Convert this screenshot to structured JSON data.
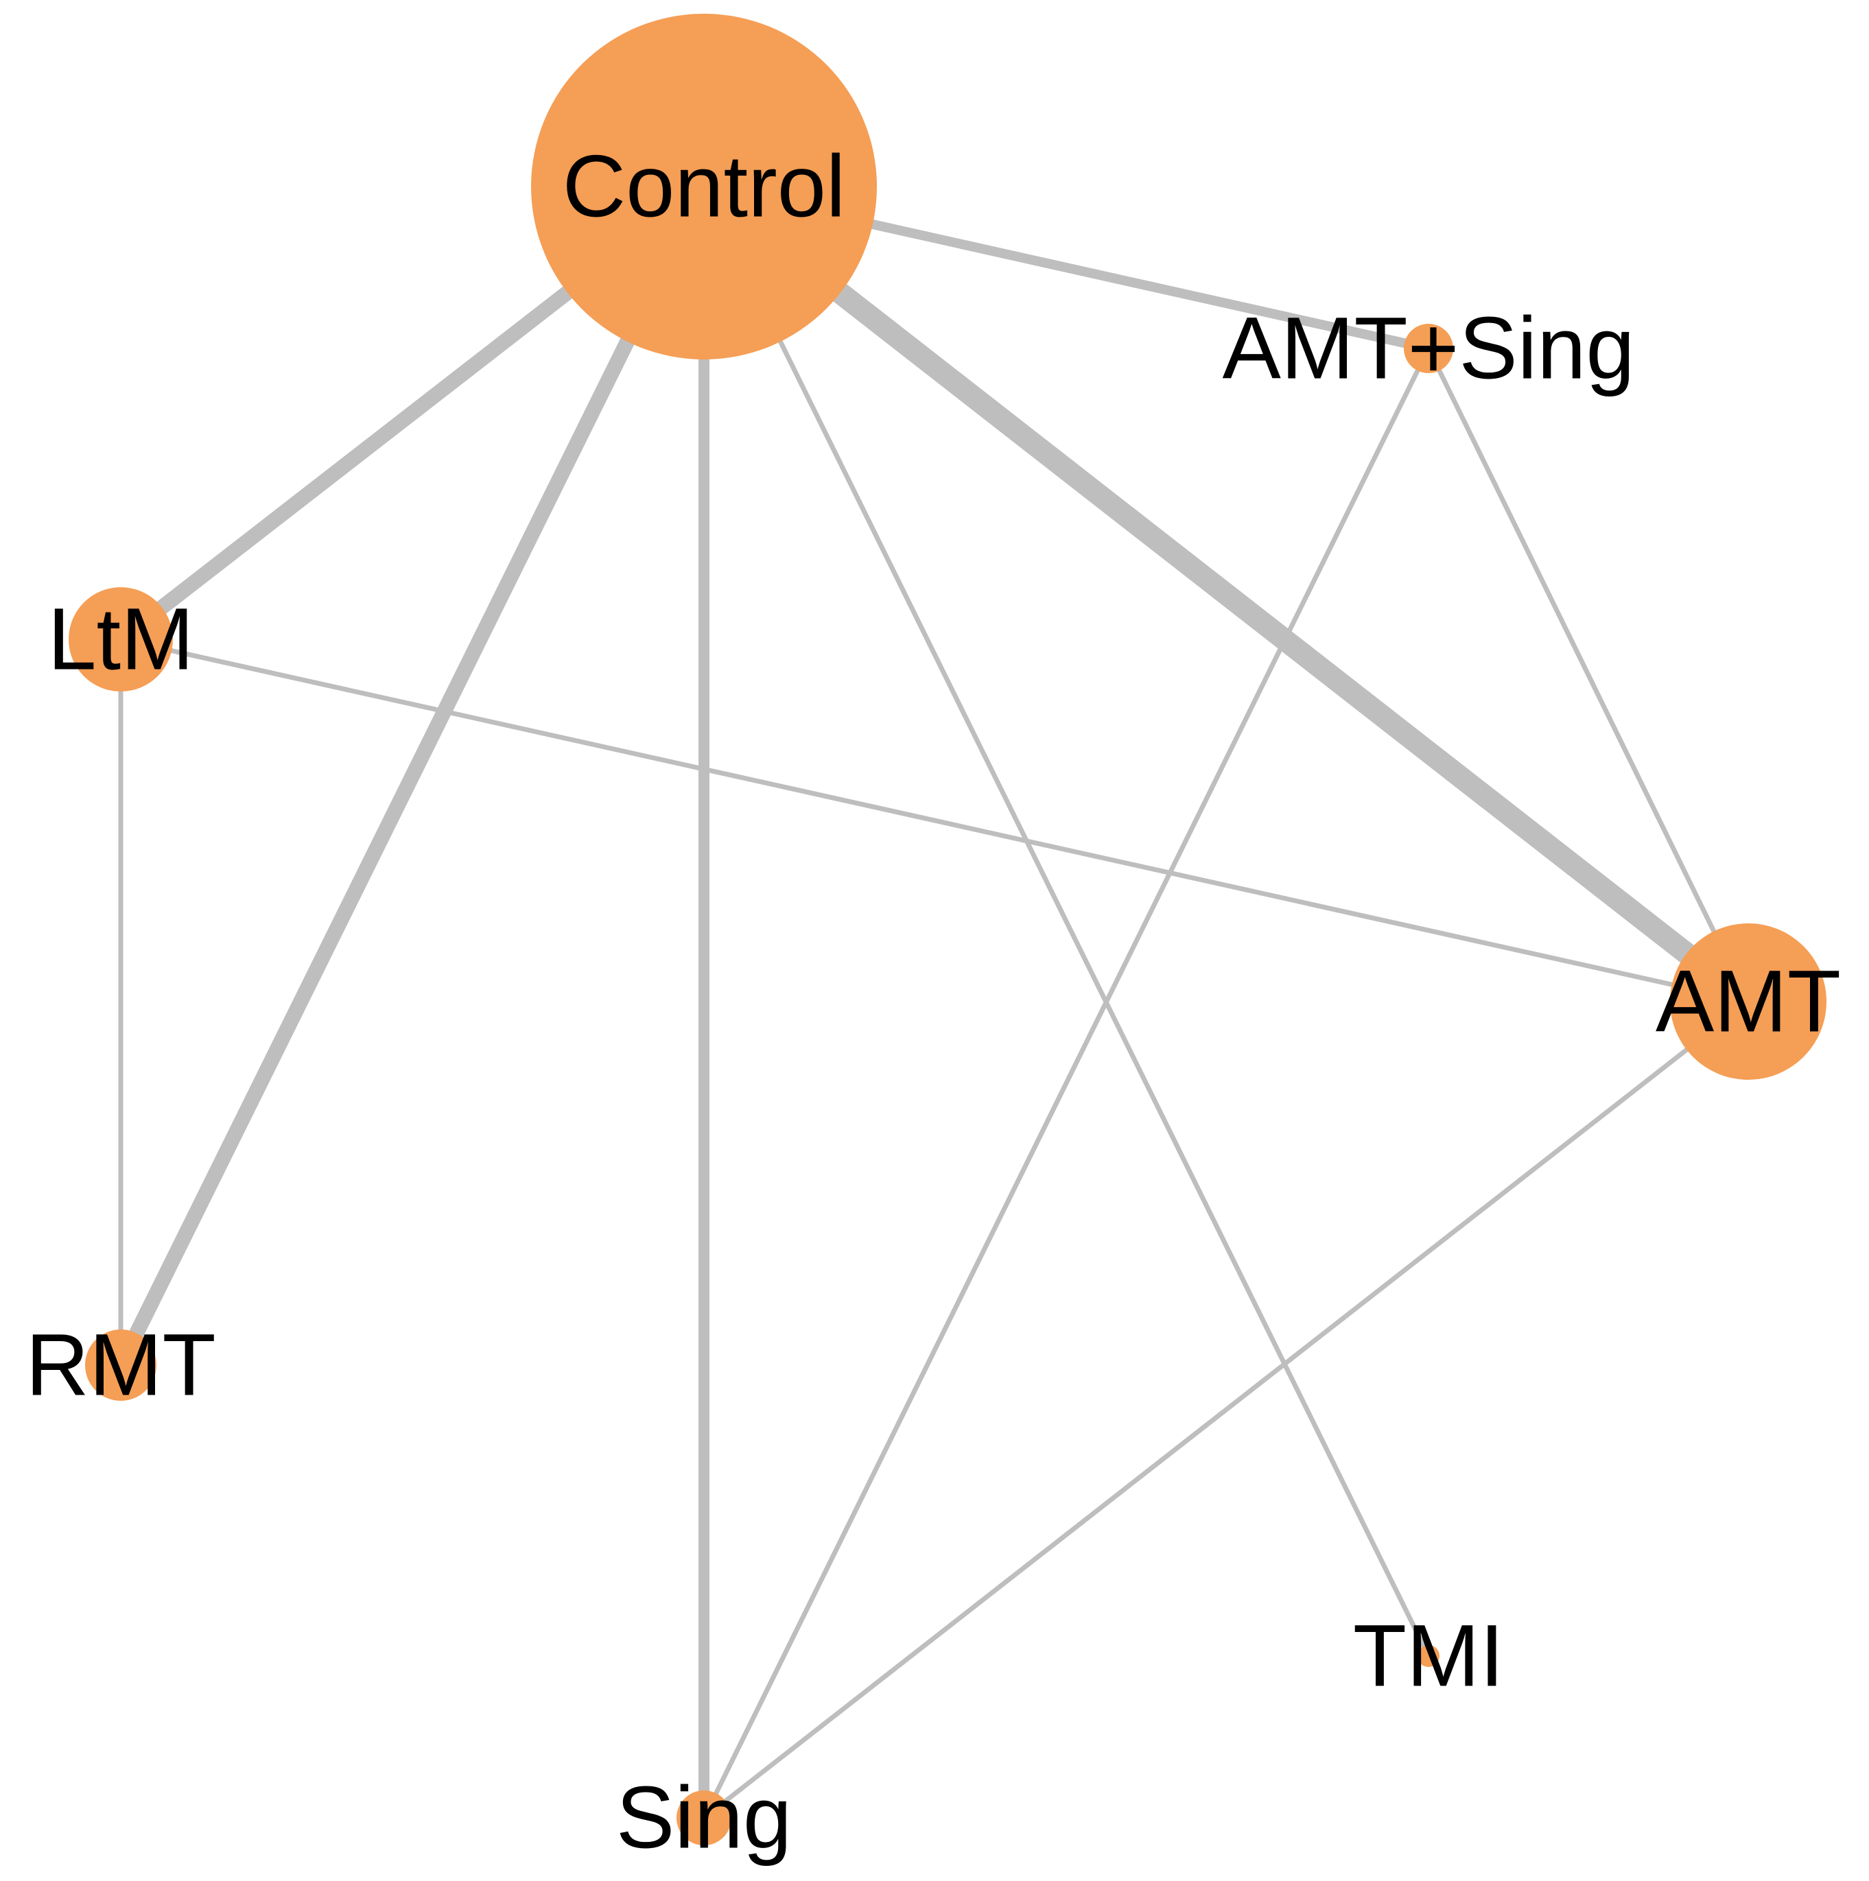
{
  "colors": {
    "node_fill": "#f59e55",
    "edge_stroke": "#bebebe",
    "label_color": "#000000",
    "background": "#ffffff"
  },
  "nodes": [
    {
      "id": "control",
      "label": "Control"
    },
    {
      "id": "amt_sing",
      "label": "AMT+Sing"
    },
    {
      "id": "ltm",
      "label": "LtM"
    },
    {
      "id": "amt",
      "label": "AMT"
    },
    {
      "id": "rmt",
      "label": "RMT"
    },
    {
      "id": "tmi",
      "label": "TMI"
    },
    {
      "id": "sing",
      "label": "Sing"
    }
  ],
  "edges": [
    {
      "source": "control",
      "target": "amt_sing"
    },
    {
      "source": "control",
      "target": "ltm"
    },
    {
      "source": "control",
      "target": "amt"
    },
    {
      "source": "control",
      "target": "rmt"
    },
    {
      "source": "control",
      "target": "sing"
    },
    {
      "source": "control",
      "target": "tmi"
    },
    {
      "source": "amt_sing",
      "target": "amt"
    },
    {
      "source": "amt_sing",
      "target": "sing"
    },
    {
      "source": "ltm",
      "target": "amt"
    },
    {
      "source": "ltm",
      "target": "rmt"
    },
    {
      "source": "amt",
      "target": "sing"
    }
  ]
}
